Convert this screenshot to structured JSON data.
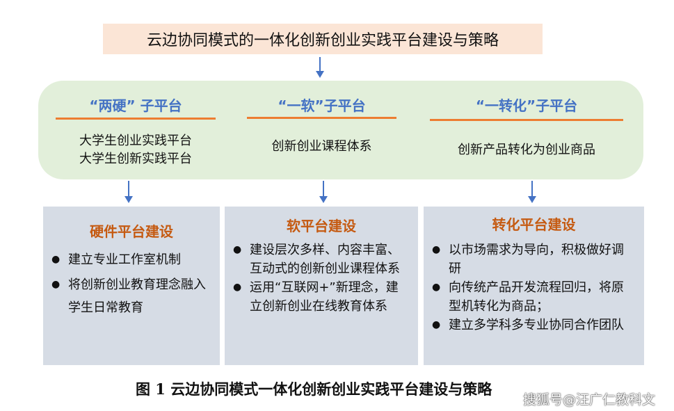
{
  "title": "云边协同模式的一体化创新创业实践平台建设与策略",
  "subplatforms": [
    {
      "header": "“两硬” 子平台",
      "lines": [
        "大学生创业实践平台",
        "大学生创新实践平台"
      ]
    },
    {
      "header": "“一软”子平台",
      "lines": [
        "创新创业课程体系"
      ]
    },
    {
      "header": "“一转化”子平台",
      "lines": [
        "创新产品转化为创业商品"
      ]
    }
  ],
  "boxes": [
    {
      "title": "硬件平台建设",
      "items": [
        "建立专业工作室机制",
        "将创新创业教育理念融入学生日常教育"
      ]
    },
    {
      "title": "软平台建设",
      "items": [
        "建设层次多样、内容丰富、 互动式的创新创业课程体系",
        "运用“互联网+”新理念，建立创新创业在线教育体系"
      ]
    },
    {
      "title": "转化平台建设",
      "items": [
        "以市场需求为导向，积极做好调研",
        "向传统产品开发流程回归，将原型机转化为商品；",
        "建立多学科多专业协同合作团队"
      ]
    }
  ],
  "caption": "图 1  云边协同模式一体化创新创业实践平台建设与策略",
  "watermark": "搜狐号@汪广仁教科文",
  "colors": {
    "title_bg": "#fbe5d6",
    "green_bg": "#e2efda",
    "box_bg": "#d6dce5",
    "blue": "#4472c4",
    "orange": "#ed7d31"
  }
}
